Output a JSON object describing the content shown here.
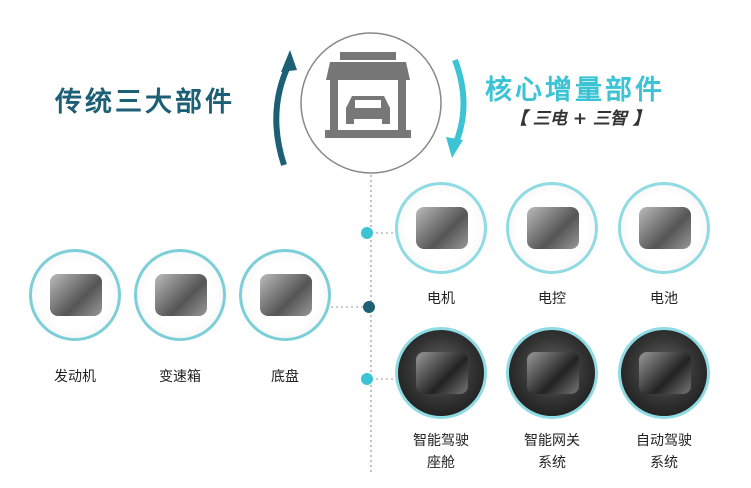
{
  "left_title": "传统三大部件",
  "right_title": "核心增量部件",
  "right_subtitle": "【 三电 + 三智 】",
  "center_icon": "garage-car-icon",
  "traditional_parts": [
    {
      "label": "发动机"
    },
    {
      "label": "变速箱"
    },
    {
      "label": "底盘"
    }
  ],
  "core_parts_row1": [
    {
      "label": "电机"
    },
    {
      "label": "电控"
    },
    {
      "label": "电池"
    }
  ],
  "core_parts_row2": [
    {
      "line1": "智能驾驶",
      "line2": "座舱"
    },
    {
      "line1": "智能网关",
      "line2": "系统"
    },
    {
      "line1": "自动驾驶",
      "line2": "系统"
    }
  ],
  "colors": {
    "dark_teal": "#1d5f74",
    "cyan": "#3cc4d4",
    "icon_gray": "#777777"
  }
}
